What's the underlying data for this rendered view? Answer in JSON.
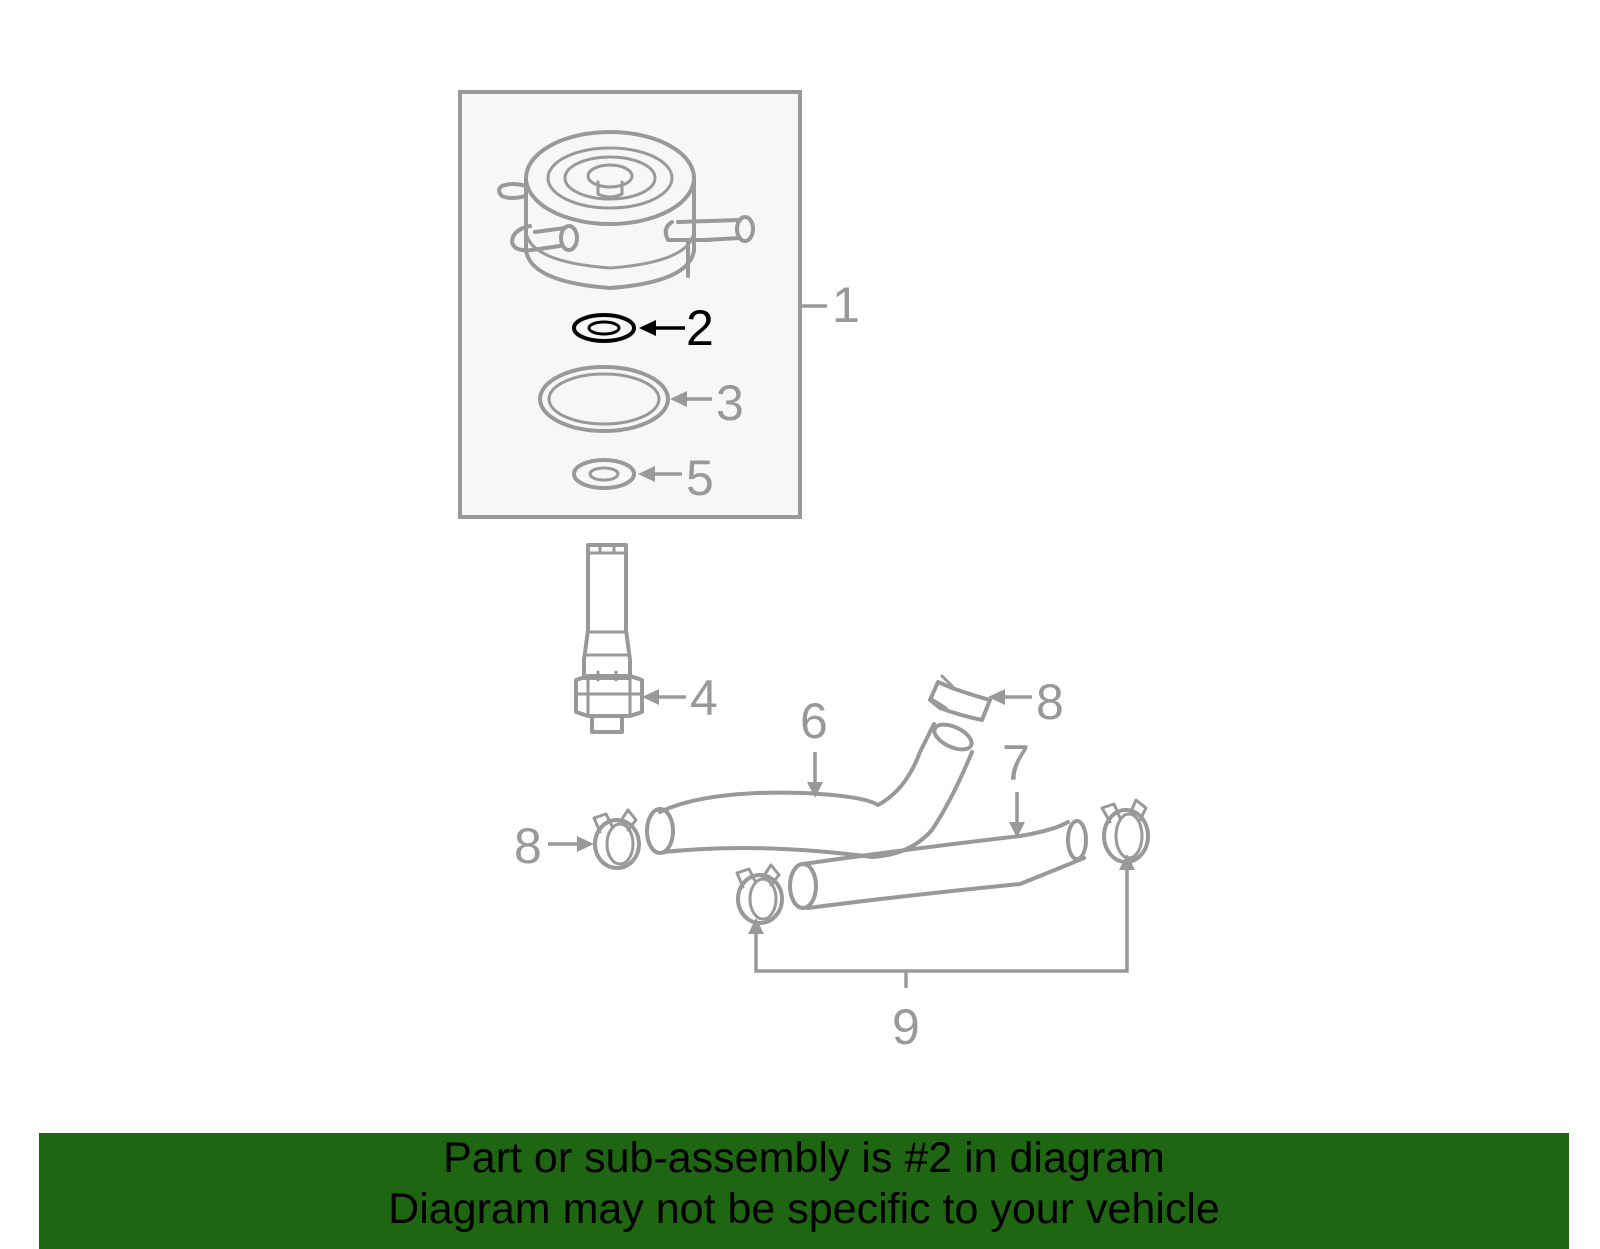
{
  "diagram": {
    "callouts": {
      "c1": "1",
      "c2": "2",
      "c3": "3",
      "c4": "4",
      "c5": "5",
      "c6": "6",
      "c7": "7",
      "c8a": "8",
      "c8b": "8",
      "c9": "9"
    },
    "highlighted_part": "2",
    "colors": {
      "part_stroke": "#999999",
      "highlight": "#000000",
      "box_fill": "#f7f7f7",
      "banner_bg": "#1e6611"
    }
  },
  "banner": {
    "line1": "Part or sub-assembly is #2 in diagram",
    "line2": "Diagram may not be specific to your vehicle"
  }
}
